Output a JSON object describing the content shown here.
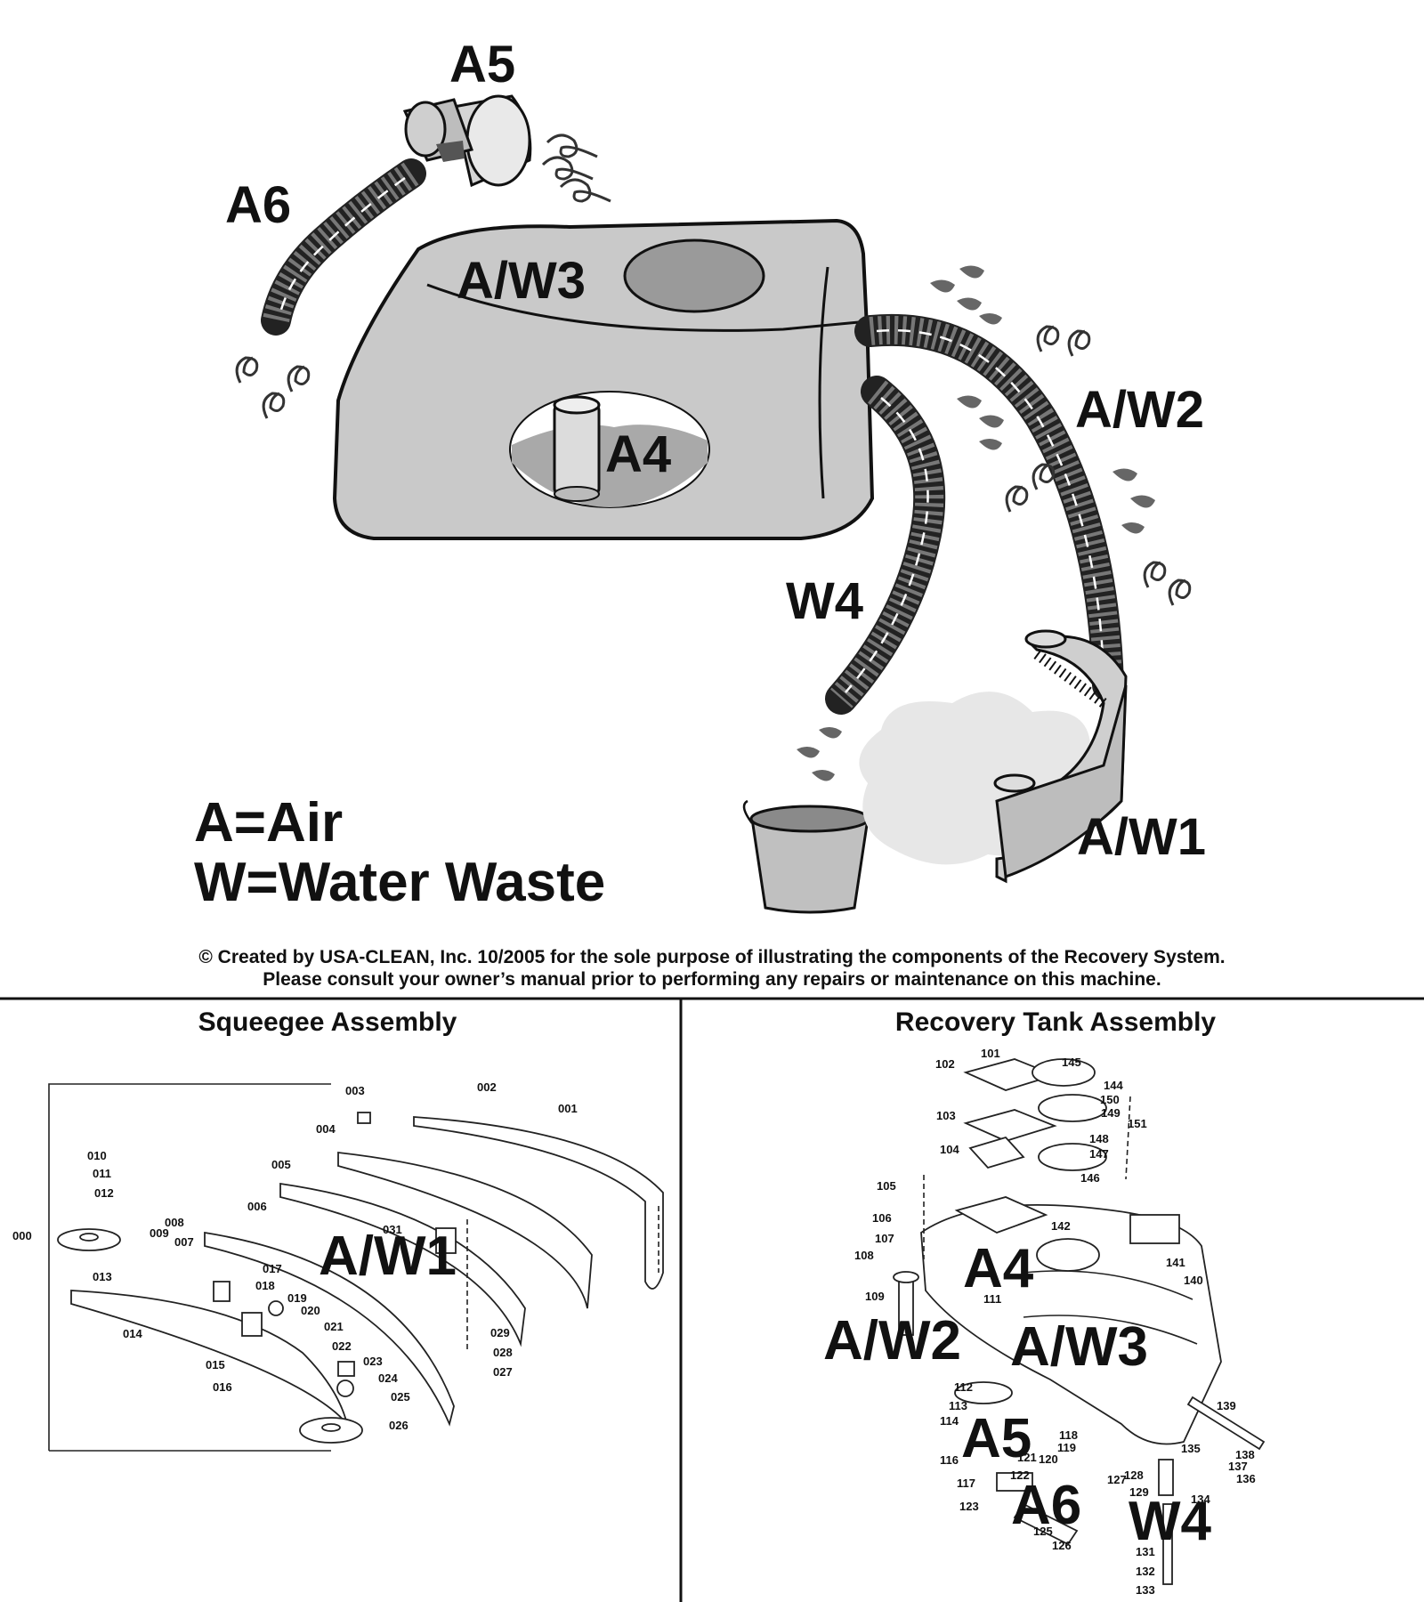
{
  "main_diagram": {
    "labels": {
      "a5": "A5",
      "a6": "A6",
      "aw3": "A/W3",
      "a4": "A4",
      "aw2": "A/W2",
      "w4": "W4",
      "aw1": "A/W1"
    },
    "legend": {
      "air": "A=Air",
      "water": "W=Water Waste"
    },
    "copyright_line1": "© Created by USA-CLEAN, Inc. 10/2005 for the sole purpose of illustrating the components of the Recovery System.",
    "copyright_line2": "Please consult your owner’s manual prior to performing any repairs or maintenance on this machine."
  },
  "squeegee_panel": {
    "title": "Squeegee Assembly",
    "overlay_label": "A/W1",
    "part_numbers": [
      "000",
      "001",
      "002",
      "003",
      "004",
      "005",
      "006",
      "007",
      "008",
      "009",
      "010",
      "011",
      "012",
      "013",
      "014",
      "015",
      "016",
      "017",
      "018",
      "019",
      "020",
      "021",
      "022",
      "023",
      "024",
      "025",
      "026",
      "027",
      "028",
      "029",
      "031"
    ]
  },
  "tank_panel": {
    "title": "Recovery Tank Assembly",
    "overlay_labels": {
      "a4": "A4",
      "aw2": "A/W2",
      "aw3": "A/W3",
      "a5": "A5",
      "a6": "A6",
      "w4": "W4"
    },
    "part_numbers": [
      "101",
      "102",
      "103",
      "104",
      "105",
      "106",
      "107",
      "108",
      "109",
      "111",
      "112",
      "113",
      "114",
      "116",
      "117",
      "118",
      "119",
      "120",
      "121",
      "122",
      "123",
      "125",
      "126",
      "127",
      "128",
      "129",
      "131",
      "132",
      "133",
      "134",
      "135",
      "136",
      "137",
      "138",
      "139",
      "140",
      "141",
      "142",
      "144",
      "145",
      "146",
      "147",
      "148",
      "149",
      "150",
      "151"
    ]
  }
}
